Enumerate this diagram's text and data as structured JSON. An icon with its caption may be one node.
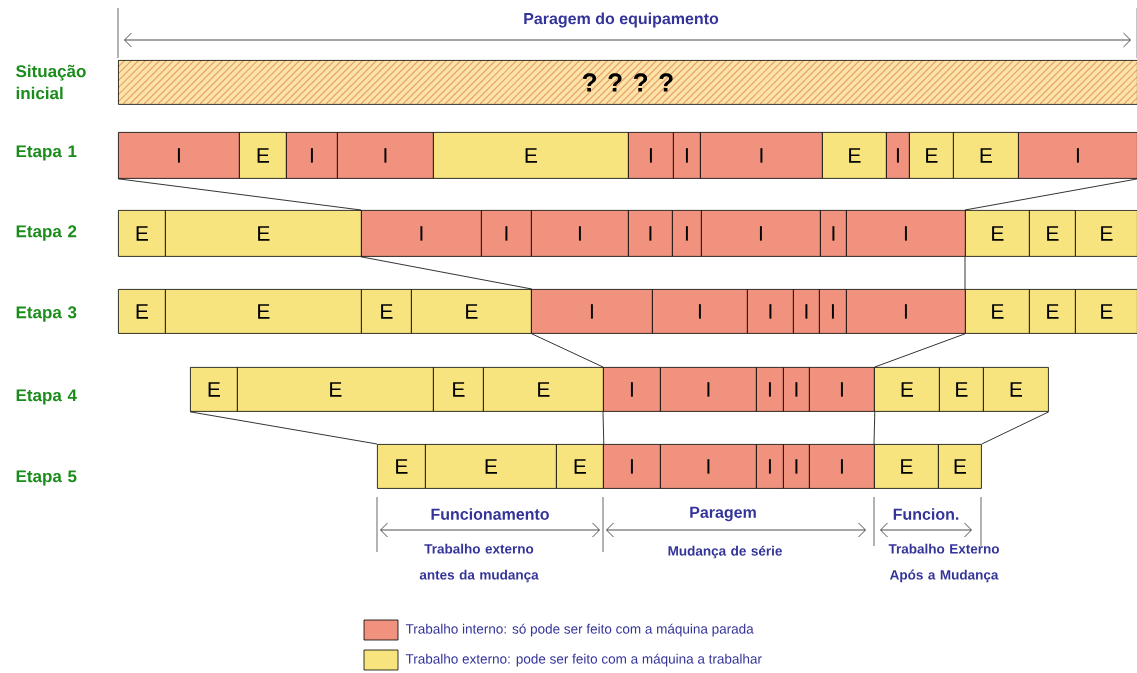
{
  "diagram": {
    "nodes": [
      {
        "text": [
          "? ? ? ?"
        ]
      },
      {
        "text": [
          "I"
        ]
      },
      {
        "text": [
          "E"
        ]
      },
      {
        "text": [
          "I"
        ]
      },
      {
        "text": [
          "I"
        ]
      },
      {
        "text": [
          "E"
        ]
      },
      {
        "text": [
          "I"
        ]
      },
      {
        "text": [
          "I"
        ]
      },
      {
        "text": [
          "I"
        ]
      },
      {
        "text": [
          "E"
        ]
      },
      {
        "text": [
          "I"
        ]
      },
      {
        "text": [
          "E"
        ]
      },
      {
        "text": [
          "E"
        ]
      },
      {
        "text": [
          "I"
        ]
      },
      {
        "text": [
          "E"
        ]
      },
      {
        "text": [
          "E"
        ]
      },
      {
        "text": [
          "I"
        ]
      },
      {
        "text": [
          "I"
        ]
      },
      {
        "text": [
          "I"
        ]
      },
      {
        "text": [
          "I"
        ]
      },
      {
        "text": [
          "I"
        ]
      },
      {
        "text": [
          "I"
        ]
      },
      {
        "text": [
          "I"
        ]
      },
      {
        "text": [
          "I"
        ]
      },
      {
        "text": [
          "E"
        ]
      },
      {
        "text": [
          "E"
        ]
      },
      {
        "text": [
          "E"
        ]
      },
      {
        "text": [
          "E"
        ]
      },
      {
        "text": [
          "E"
        ]
      },
      {
        "text": [
          "E"
        ]
      },
      {
        "text": [
          "E"
        ]
      },
      {
        "text": [
          "I"
        ]
      },
      {
        "text": [
          "I"
        ]
      },
      {
        "text": [
          "I"
        ]
      },
      {
        "text": [
          "I"
        ]
      },
      {
        "text": [
          "I"
        ]
      },
      {
        "text": [
          "I"
        ]
      },
      {
        "text": [
          "E"
        ]
      },
      {
        "text": [
          "E"
        ]
      },
      {
        "text": [
          "E"
        ]
      },
      {
        "text": [
          "E"
        ]
      },
      {
        "text": [
          "E"
        ]
      },
      {
        "text": [
          "E"
        ]
      },
      {
        "text": [
          "E"
        ]
      },
      {
        "text": [
          "I"
        ]
      },
      {
        "text": [
          "I"
        ]
      },
      {
        "text": [
          "I"
        ]
      },
      {
        "text": [
          "I"
        ]
      },
      {
        "text": [
          "I"
        ]
      },
      {
        "text": [
          "E"
        ]
      },
      {
        "text": [
          "E"
        ]
      },
      {
        "text": [
          "E"
        ]
      },
      {
        "text": [
          "E"
        ]
      },
      {
        "text": [
          "E"
        ]
      },
      {
        "text": [
          "E"
        ]
      },
      {
        "text": [
          "I"
        ]
      },
      {
        "text": [
          "I"
        ]
      },
      {
        "text": [
          "I"
        ]
      },
      {
        "text": [
          "I"
        ]
      },
      {
        "text": [
          "I"
        ]
      },
      {
        "text": [
          "E"
        ]
      },
      {
        "text": [
          "E"
        ]
      }
    ],
    "edges": [
      {
        "from": 1,
        "to": 16,
        "arrow": "none"
      },
      {
        "from": 13,
        "to": 24,
        "arrow": "none"
      },
      {
        "from": 16,
        "to": 30,
        "arrow": "none"
      },
      {
        "from": 24,
        "to": 37,
        "arrow": "none"
      },
      {
        "from": 30,
        "to": 44,
        "arrow": "none"
      },
      {
        "from": 37,
        "to": 48,
        "arrow": "none"
      },
      {
        "from": 40,
        "to": 52,
        "arrow": "none"
      },
      {
        "from": 44,
        "to": 54,
        "arrow": "none"
      },
      {
        "from": 48,
        "to": 60,
        "arrow": "none"
      },
      {
        "from": 51,
        "to": 61,
        "arrow": "none"
      }
    ],
    "labels": [
      "Paragem do equipamento",
      "Situação inicial",
      "Etapa 1",
      "Etapa 2",
      "Etapa 3",
      "Etapa 4",
      "Etapa 5",
      "Funcionamento",
      "Trabalho externo antes da mudança",
      "Paragem",
      "Mudança de série",
      "Funcion.",
      "Trabalho Externo Após a Mudança"
    ],
    "legend": [
      {
        "text": "Trabalho interno: só pode ser feito com a máquina parada",
        "color": "#f0927e"
      },
      {
        "text": "Trabalho externo: pode ser feito com a máquina a trabalhar",
        "color": "#f8e47e"
      }
    ]
  }
}
